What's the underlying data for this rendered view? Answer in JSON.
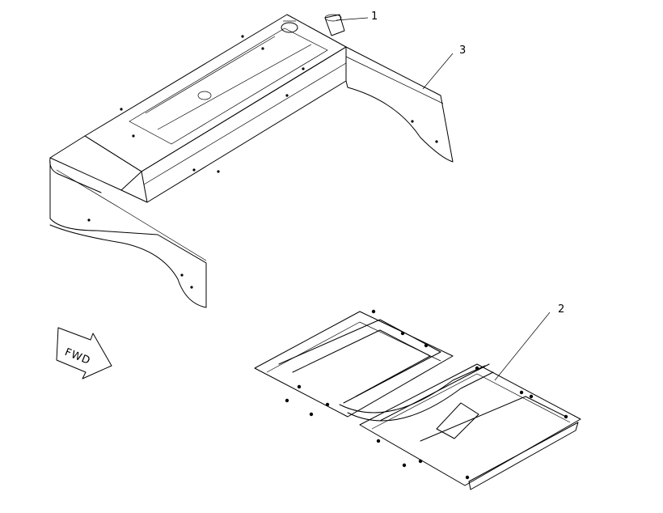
{
  "callouts": [
    {
      "id": "1",
      "label": "1"
    },
    {
      "id": "2",
      "label": "2"
    },
    {
      "id": "3",
      "label": "3"
    }
  ],
  "direction_arrow": {
    "label": "FWD"
  },
  "colors": {
    "line": "#000000",
    "background": "#ffffff"
  }
}
